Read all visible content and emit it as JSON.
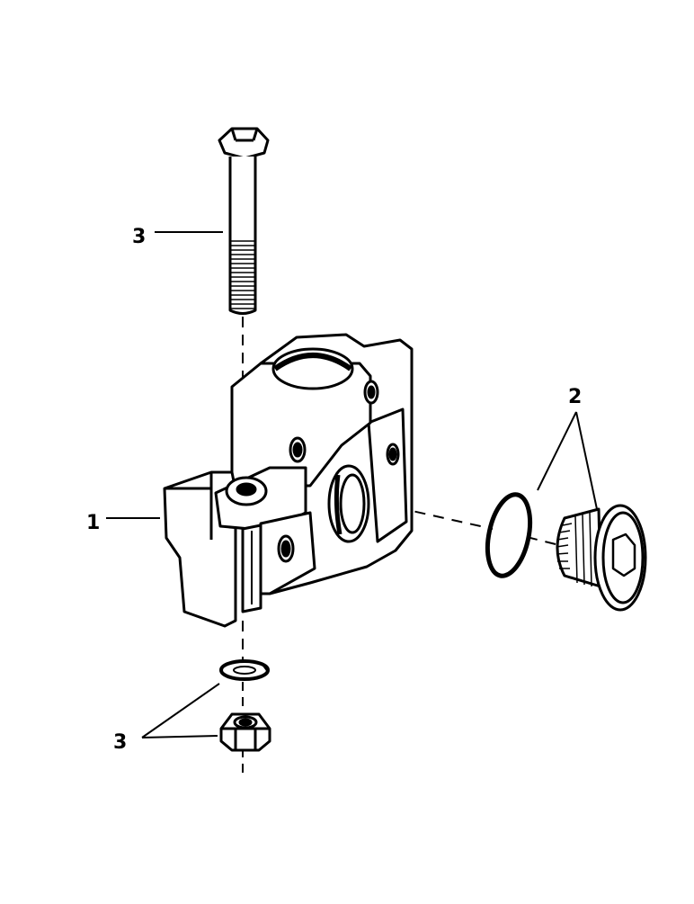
{
  "callouts": {
    "bolt": "3",
    "body": "1",
    "plug_seal": "2",
    "washer_nut": "3"
  },
  "colors": {
    "ink": "#000000",
    "paper": "#ffffff"
  }
}
